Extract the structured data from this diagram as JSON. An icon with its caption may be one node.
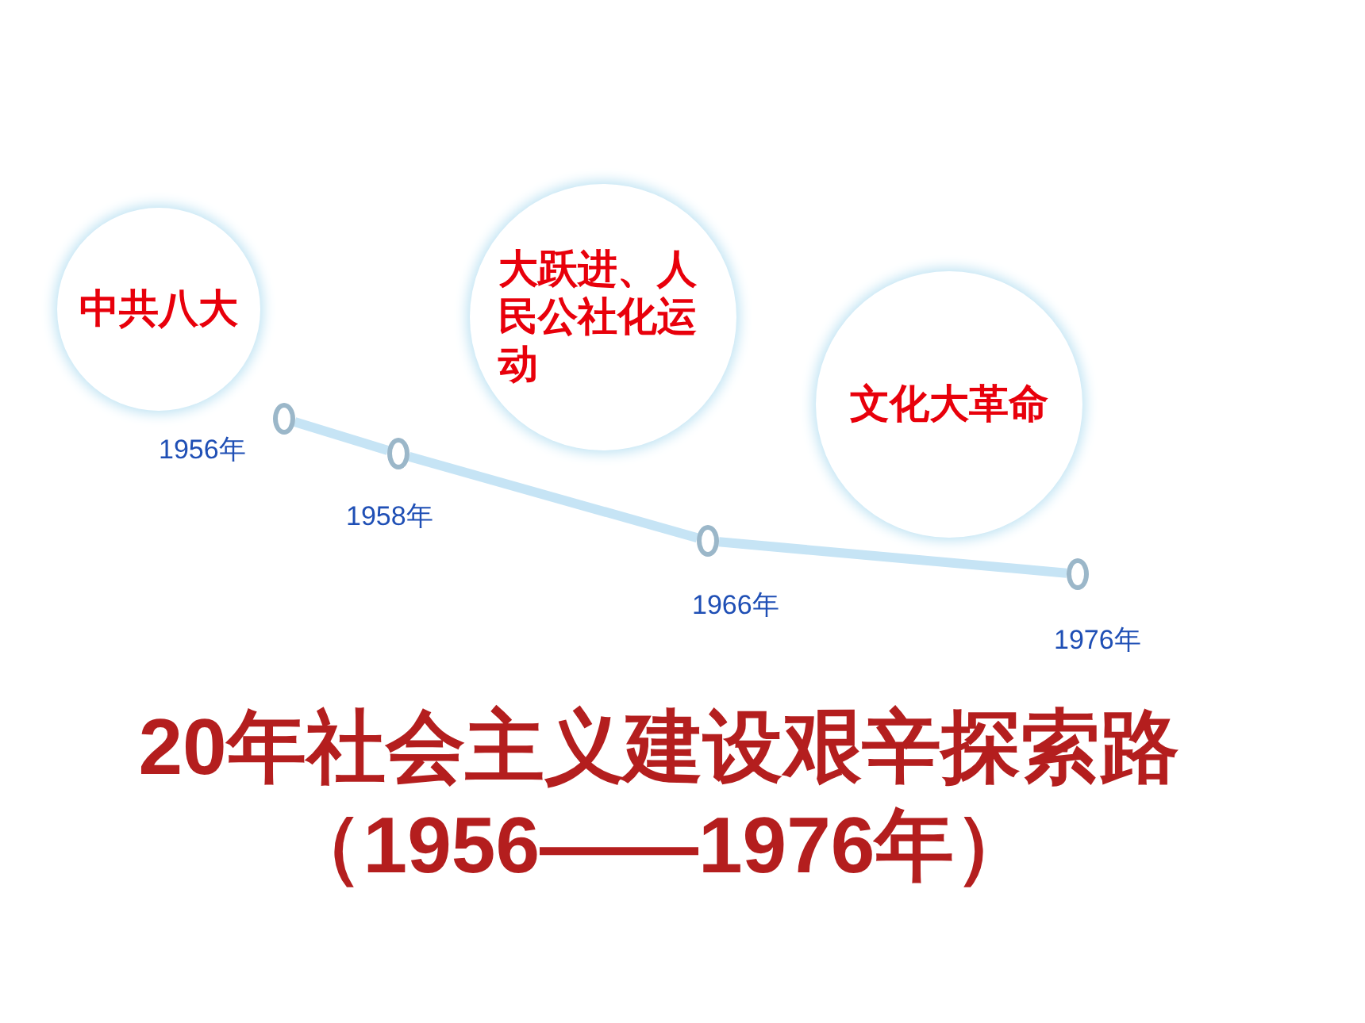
{
  "diagram": {
    "title": "20年社会主义建设艰辛探索路（1956——1976年）",
    "nodes": [
      {
        "text": [
          "中共八大"
        ]
      },
      {
        "text": [
          "大跃进、人民公社化运动"
        ]
      },
      {
        "text": [
          "文化大革命"
        ]
      },
      {
        "text": [],
        "shape": "circle",
        "beside": [
          "1956年"
        ]
      },
      {
        "text": [],
        "shape": "circle",
        "beside": [
          "1958年"
        ]
      },
      {
        "text": [],
        "shape": "circle",
        "beside": [
          "1966年"
        ]
      },
      {
        "text": [],
        "shape": "circle",
        "beside": [
          "1976年"
        ]
      }
    ],
    "edges": [
      {
        "from": 3,
        "to": 4,
        "arrow": "none"
      },
      {
        "from": 4,
        "to": 5,
        "arrow": "none"
      },
      {
        "from": 5,
        "to": 6,
        "arrow": "none"
      }
    ]
  }
}
